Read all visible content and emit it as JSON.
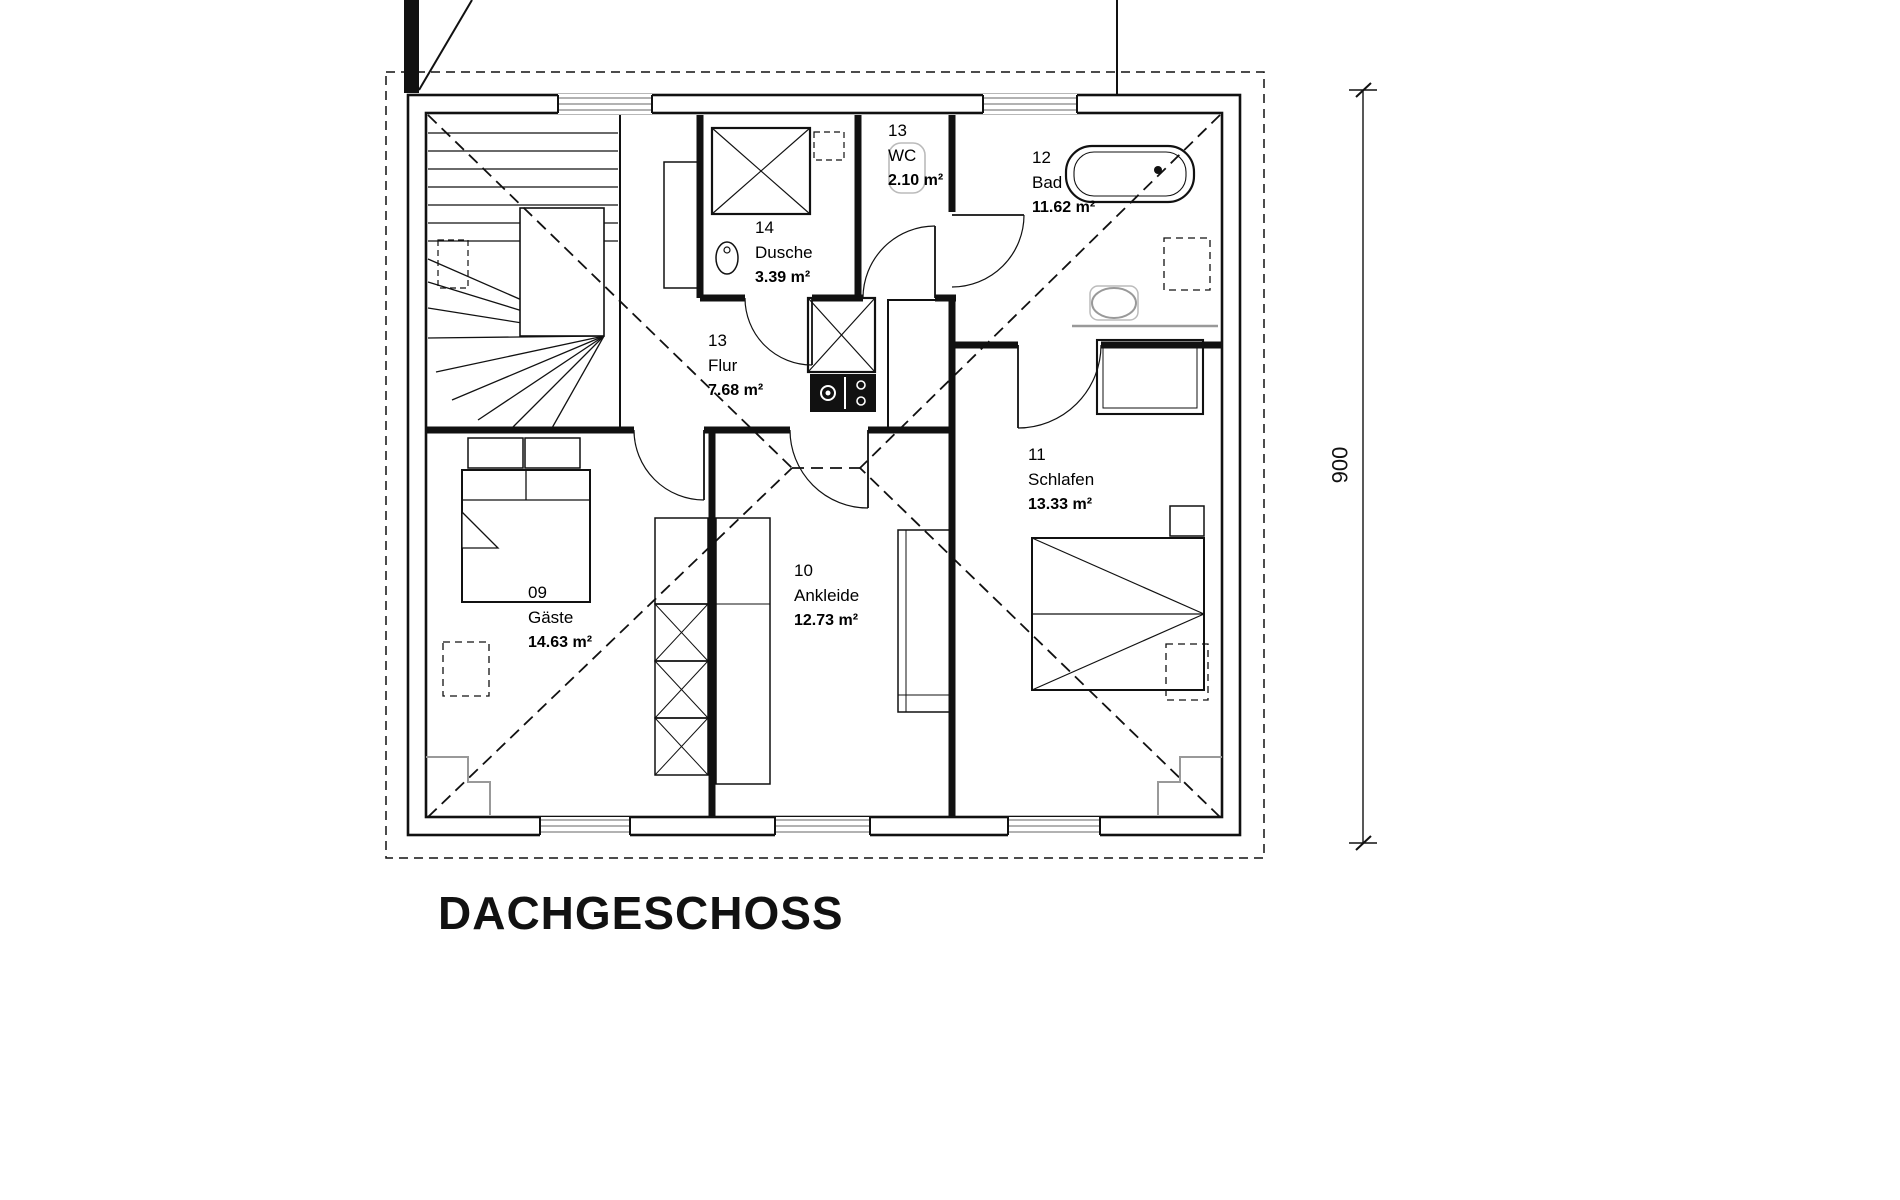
{
  "title": "DACHGESCHOSS",
  "dimension_label": "900",
  "rooms": {
    "gaeste": {
      "number": "09",
      "name": "Gäste",
      "area": "14.63 m²"
    },
    "ankleide": {
      "number": "10",
      "name": "Ankleide",
      "area": "12.73 m²"
    },
    "schlafen": {
      "number": "11",
      "name": "Schlafen",
      "area": "13.33 m²"
    },
    "bad": {
      "number": "12",
      "name": "Bad",
      "area": "11.62 m²"
    },
    "flur": {
      "number": "13",
      "name": "Flur",
      "area": "7.68 m²"
    },
    "wc": {
      "number": "13",
      "name": "WC",
      "area": "2.10 m²"
    },
    "dusche": {
      "number": "14",
      "name": "Dusche",
      "area": "3.39 m²"
    }
  }
}
